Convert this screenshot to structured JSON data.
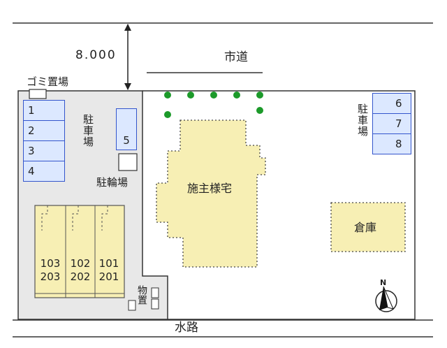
{
  "dimension": "8.000",
  "road_top": "市道",
  "road_bottom": "水路",
  "garbage": "ゴミ置場",
  "parking_label": "駐車場",
  "bike_parking": "駐輪場",
  "owner_house": "施主様宅",
  "warehouse": "倉庫",
  "storage": "物置",
  "north": "N",
  "parking_left": [
    "1",
    "2",
    "3",
    "4"
  ],
  "parking_five": "5",
  "parking_right": [
    "6",
    "7",
    "8"
  ],
  "units": [
    {
      "upper": "103",
      "lower": "203"
    },
    {
      "upper": "102",
      "lower": "202"
    },
    {
      "upper": "101",
      "lower": "201"
    }
  ],
  "colors": {
    "slot_fill": "#dce8ff",
    "slot_border": "#3355cc",
    "building": "#f7efb4",
    "lot": "#e8e8e8",
    "tree": "#1c9a2a"
  }
}
